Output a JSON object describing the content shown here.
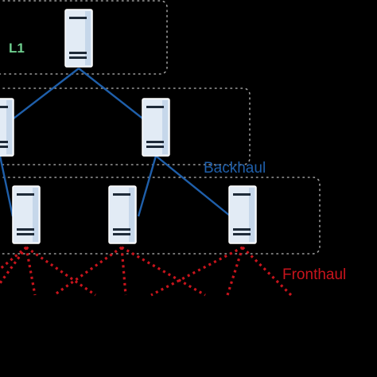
{
  "labels": {
    "tier_l1": "L1",
    "backhaul": "Backhaul",
    "fronthaul": "Fronthaul"
  },
  "colors": {
    "background": "#000000",
    "backhaul": "#1f5faa",
    "fronthaul": "#c8141c",
    "tier_label": "#6fcf8f",
    "zone_border": "#9a9a9a",
    "server_fill": "#e2ebf5"
  },
  "icons": {
    "server": "server-icon"
  }
}
